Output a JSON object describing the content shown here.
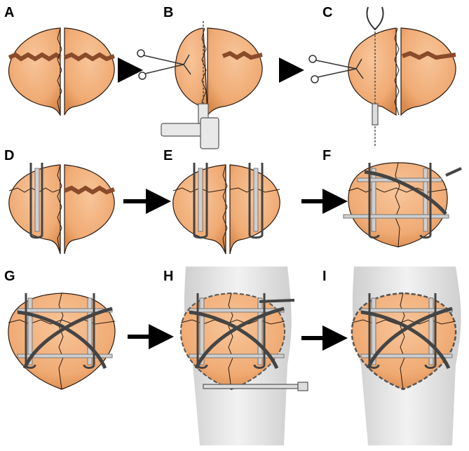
{
  "panels": [
    {
      "id": "A",
      "label": "A"
    },
    {
      "id": "B",
      "label": "B"
    },
    {
      "id": "C",
      "label": "C"
    },
    {
      "id": "D",
      "label": "D"
    },
    {
      "id": "E",
      "label": "E"
    },
    {
      "id": "F",
      "label": "F"
    },
    {
      "id": "G",
      "label": "G"
    },
    {
      "id": "H",
      "label": "H"
    },
    {
      "id": "I",
      "label": "I"
    }
  ],
  "colors": {
    "bone_fill": "#f2b07a",
    "bone_shade": "#e89a5c",
    "fracture": "#8a4b2a",
    "outline": "#2a1a10",
    "wire": "#444444",
    "cannulated": "#cfcfcf",
    "soft_tissue": "#d9d9d9"
  },
  "icons": [
    "forceps-icon",
    "drill-icon",
    "needle-icon",
    "arrow-icon",
    "wire-icon",
    "cannulated-screw-icon"
  ]
}
